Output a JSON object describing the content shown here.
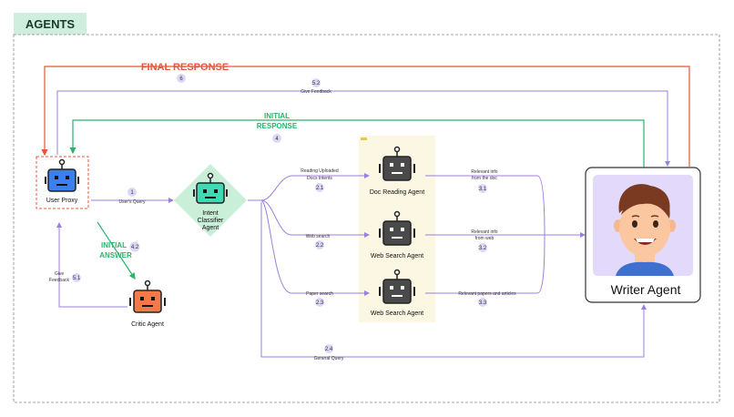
{
  "title": "AGENTS",
  "nodes": {
    "user_proxy": "User Proxy",
    "intent_classifier": [
      "Intent",
      "Classifier",
      "Agent"
    ],
    "critic": "Critic Agent",
    "doc_reading": "Doc Reading Agent",
    "web_search_1": "Web Search Agent",
    "web_search_2": "Web Search Agent",
    "writer": "Writer Agent"
  },
  "edges": {
    "final_response": {
      "label": "FINAL RESPONSE",
      "step": "6"
    },
    "give_feedback_writer": {
      "label": "Give Feedback",
      "step": "5.2"
    },
    "initial_response": {
      "label": [
        "INITIAL",
        "RESPONSE"
      ],
      "step": "4"
    },
    "users_query": {
      "label": "User's Query",
      "step": "1"
    },
    "initial_answer": {
      "label": [
        "INITIAL",
        "ANSWER"
      ],
      "step": "4.2"
    },
    "give_feedback_critic": {
      "label": [
        "Give",
        "Feedback"
      ],
      "step": "5.1"
    },
    "reading_uploaded": {
      "label": [
        "Reading Uploaded",
        "Docs Intents"
      ],
      "step": "2.1"
    },
    "web_search": {
      "label": "Web search",
      "step": "2.2"
    },
    "paper_search": {
      "label": "Paper search",
      "step": "2.3"
    },
    "relevant_doc": {
      "label": [
        "Relevant info",
        "from the doc"
      ],
      "step": "3.1"
    },
    "relevant_web": {
      "label": [
        "Relevant info",
        "from web"
      ],
      "step": "3.2"
    },
    "relevant_papers": {
      "label": "Relevant papers and articles",
      "step": "3.3"
    },
    "general_query": {
      "label": "General Query",
      "step": "2.4"
    }
  },
  "colors": {
    "final": "#e8553a",
    "feedback": "#9b7fe0",
    "initial": "#2bb36a",
    "user_bot": "#3b7ff0",
    "intent_bot": "#3fd9b4",
    "intent_bg": "#c9efd9",
    "critic_bot": "#f07a48",
    "tool_bot": "#4a4a4a",
    "tool_panel": "#fbf7e3",
    "writer_bg": "#e2d9fb",
    "badge": "#dcd6f7"
  }
}
